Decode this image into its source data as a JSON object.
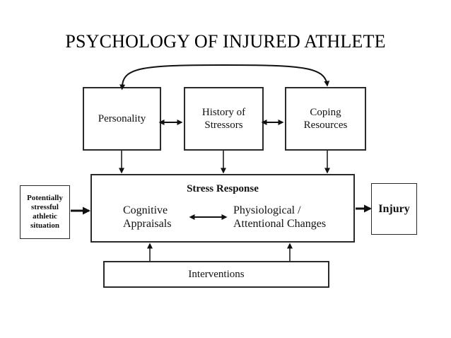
{
  "title": "PSYCHOLOGY OF INJURED ATHLETE",
  "boxes": {
    "personality": "Personality",
    "history": [
      "History of",
      "Stressors"
    ],
    "coping": [
      "Coping",
      "Resources"
    ],
    "situation": [
      "Potentially",
      "stressful",
      "athletic",
      "situation"
    ],
    "stress_response": {
      "title": "Stress Response",
      "cognitive": [
        "Cognitive",
        "Appraisals"
      ],
      "physiological": [
        "Physiological /",
        "Attentional Changes"
      ]
    },
    "injury": "Injury",
    "interventions": "Interventions"
  },
  "colors": {
    "line": "#111111",
    "border": "#2a2a2a"
  }
}
